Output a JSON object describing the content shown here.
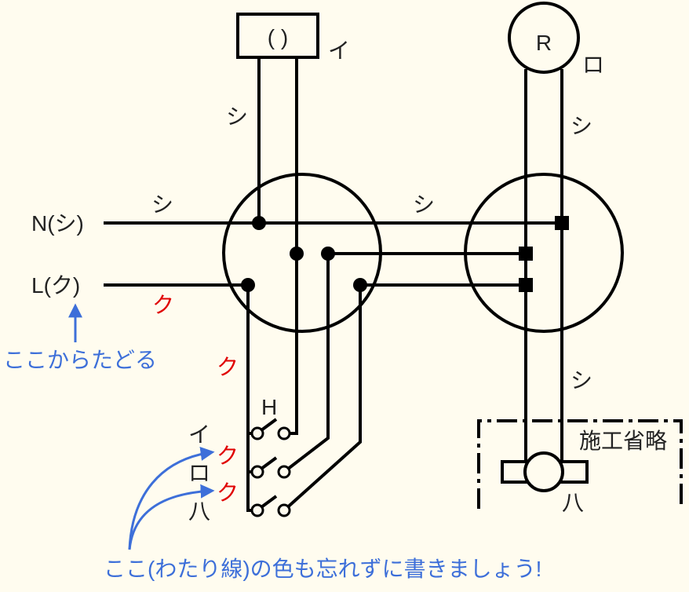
{
  "lamp_box": {
    "symbol": "( )",
    "label": "イ"
  },
  "receptacle": {
    "symbol": "R",
    "label": "ロ"
  },
  "wire_marks": {
    "shi": "シ",
    "ku": "ク"
  },
  "source": {
    "neutral": "N(シ)",
    "line": "L(ク)"
  },
  "note_trace": "ここからたどる",
  "switches": {
    "header": "H",
    "labels": [
      "イ",
      "ロ",
      "八"
    ]
  },
  "omitted_box": {
    "label": "施工省略",
    "fixture_label": "八"
  },
  "note_jumper": "ここ(わたり線)の色も忘れずに書きましょう!",
  "colors": {
    "background": "#fffcef",
    "wire": "#000000",
    "ku_mark": "#e00000",
    "annotation": "#3d6fd9"
  }
}
